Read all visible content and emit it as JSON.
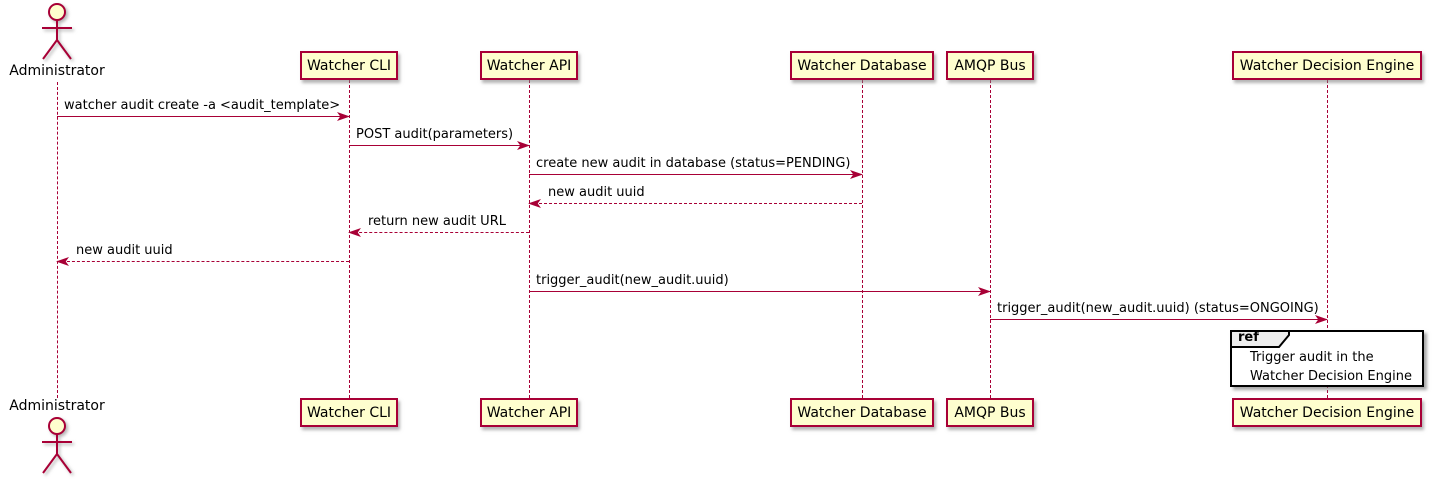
{
  "diagram": {
    "type": "sequence",
    "actor": {
      "name": "Administrator"
    },
    "participants": [
      {
        "name": "Watcher CLI"
      },
      {
        "name": "Watcher API"
      },
      {
        "name": "Watcher Database"
      },
      {
        "name": "AMQP Bus"
      },
      {
        "name": "Watcher Decision Engine"
      }
    ],
    "messages": [
      {
        "label": "watcher audit create -a <audit_template>",
        "from": "Administrator",
        "to": "Watcher CLI",
        "line": "solid",
        "direction": "right"
      },
      {
        "label": "POST audit(parameters)",
        "from": "Watcher CLI",
        "to": "Watcher API",
        "line": "solid",
        "direction": "right"
      },
      {
        "label": "create new audit in database (status=PENDING)",
        "from": "Watcher API",
        "to": "Watcher Database",
        "line": "solid",
        "direction": "right"
      },
      {
        "label": "new audit uuid",
        "from": "Watcher Database",
        "to": "Watcher API",
        "line": "dashed",
        "direction": "left"
      },
      {
        "label": "return new audit URL",
        "from": "Watcher API",
        "to": "Watcher CLI",
        "line": "dashed",
        "direction": "left"
      },
      {
        "label": "new audit uuid",
        "from": "Watcher CLI",
        "to": "Administrator",
        "line": "dashed",
        "direction": "left"
      },
      {
        "label": "trigger_audit(new_audit.uuid)",
        "from": "Watcher API",
        "to": "AMQP Bus",
        "line": "solid",
        "direction": "right"
      },
      {
        "label": "trigger_audit(new_audit.uuid) (status=ONGOING)",
        "from": "AMQP Bus",
        "to": "Watcher Decision Engine",
        "line": "solid",
        "direction": "right"
      }
    ],
    "ref": {
      "keyword": "ref",
      "lines": [
        "Trigger audit in the",
        "Watcher Decision Engine"
      ]
    },
    "colors": {
      "participant_fill": "#FEFECE",
      "stroke": "#A80036",
      "text": "#000000",
      "ref_tab_fill": "#EEEEEE",
      "ref_border": "#000000",
      "background": "#FFFFFF"
    }
  }
}
